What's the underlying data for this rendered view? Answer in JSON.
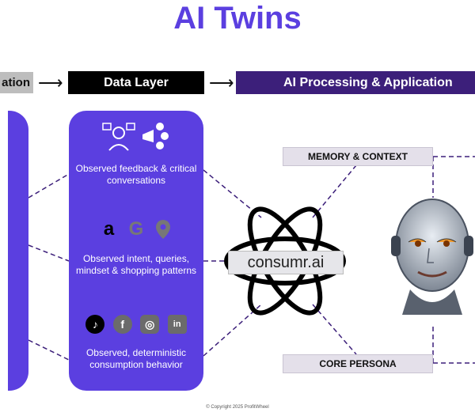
{
  "title": "AI Twins",
  "stages": {
    "left_label": "ation",
    "data_layer": "Data Layer",
    "ai_processing": "AI Processing & Application"
  },
  "data_panel": {
    "section1": "Observed feedback & critical conversations",
    "section2": "Observed intent, queries, mindset & shopping patterns",
    "section3": "Observed, deterministic consumption behavior",
    "icons_row2": [
      "amazon-logo",
      "google-logo",
      "maps-pin-icon"
    ],
    "icons_row3": [
      "tiktok-icon",
      "facebook-icon",
      "instagram-icon",
      "linkedin-icon"
    ]
  },
  "center": {
    "hub_label": "consumr.ai",
    "memory_label": "MEMORY & CONTEXT",
    "persona_label": "CORE PERSONA"
  },
  "footer": "© Copyright 2025 ProfitWheel",
  "colors": {
    "purple": "#5b3fe0",
    "dark_purple": "#3c1f7a",
    "black": "#000000"
  }
}
